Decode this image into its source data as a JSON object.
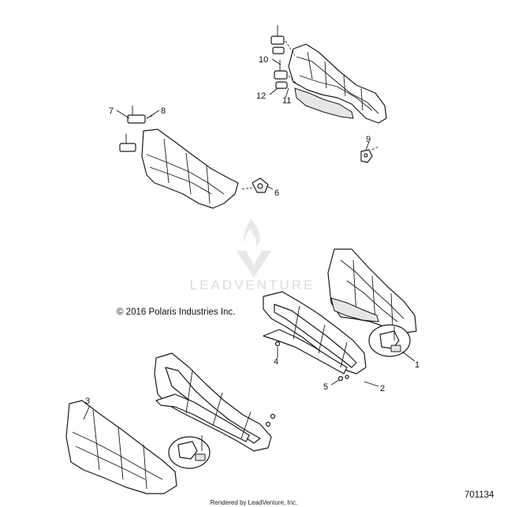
{
  "copyright": "© 2016 Polaris Industries Inc.",
  "diagram_number": "701134",
  "footer": "Rendered by LeadVenture, Inc.",
  "watermark": {
    "text": "LEADVENTURE",
    "color": "#dcdcdc"
  },
  "callouts": [
    "1",
    "2",
    "3",
    "4",
    "5",
    "6",
    "7",
    "8",
    "9",
    "10",
    "11",
    "12"
  ]
}
